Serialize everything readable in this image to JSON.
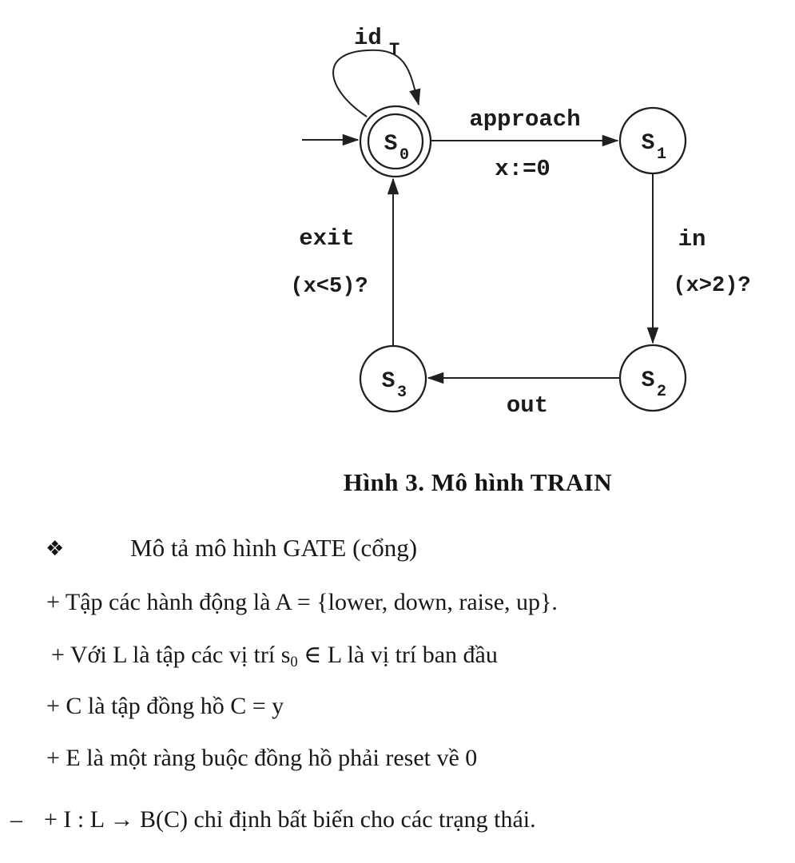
{
  "figure": {
    "caption": "Hình 3. Mô hình TRAIN"
  },
  "diagram": {
    "ink_color": "#1b1b1b",
    "states": [
      {
        "label": "S",
        "sub": "0",
        "initial": true
      },
      {
        "label": "S",
        "sub": "1"
      },
      {
        "label": "S",
        "sub": "2"
      },
      {
        "label": "S",
        "sub": "3"
      }
    ],
    "labels": {
      "self_loop": "id",
      "self_loop_sub": "T",
      "approach": "approach",
      "approach_action": "x:=0",
      "in": "in",
      "in_guard": "(x>2)?",
      "out": "out",
      "exit": "exit",
      "exit_guard": "(x<5)?"
    }
  },
  "body": {
    "bullet": "❖",
    "heading": "Mô tả mô hình GATE (cổng)",
    "items": [
      {
        "text": "+ Tập các hành động là A = {lower, down, raise, up}."
      },
      {
        "pre": "+ Với L là tập các vị trí s",
        "sub": "0",
        "post": " ∈ L là vị trí ban đầu"
      },
      {
        "text": "+ C là tập đồng hồ C = y"
      },
      {
        "text": "+ E là một ràng buộc đồng hồ phải reset về 0"
      },
      {
        "dash": "–",
        "text": "+ I : L → B(C) chỉ định bất biến cho các trạng thái."
      }
    ]
  }
}
